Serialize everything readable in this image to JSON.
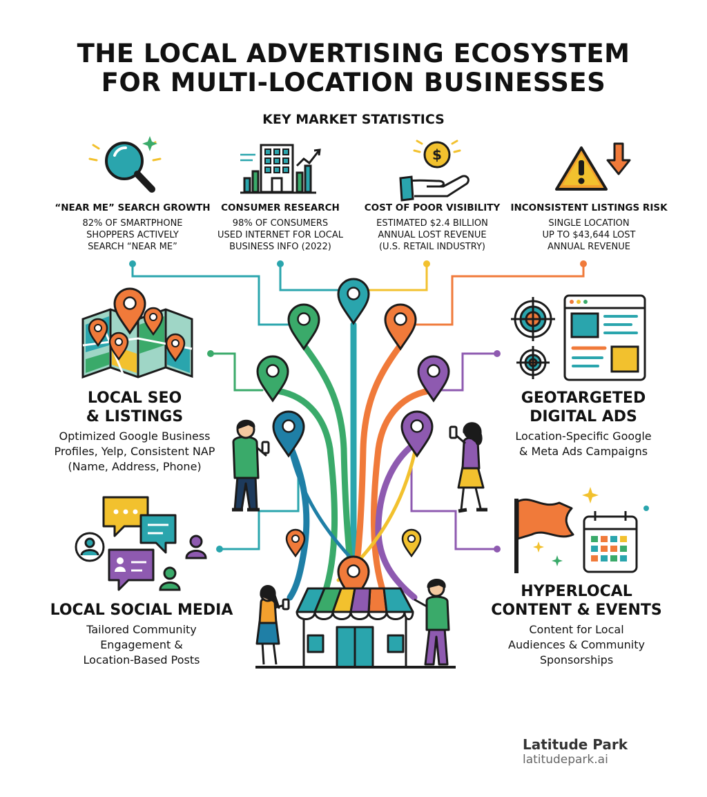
{
  "header": {
    "title_line1": "THE LOCAL ADVERTISING ECOSYSTEM",
    "title_line2": "FOR MULTI-LOCATION BUSINESSES",
    "subtitle": "KEY MARKET STATISTICS"
  },
  "stats": [
    {
      "heading": "“NEAR ME” SEARCH GROWTH",
      "lines": [
        "82% OF SMARTPHONE",
        "SHOPPERS ACTIVELY",
        "SEARCH “NEAR ME”"
      ],
      "icon": "magnifier-icon"
    },
    {
      "heading": "CONSUMER RESEARCH",
      "lines": [
        "98% OF CONSUMERS",
        "USED INTERNET FOR LOCAL",
        "BUSINESS INFO (2022)"
      ],
      "icon": "building-chart-icon"
    },
    {
      "heading": "COST OF POOR VISIBILITY",
      "lines": [
        "ESTIMATED $2.4 BILLION",
        "ANNUAL LOST REVENUE",
        "(U.S. RETAIL INDUSTRY)"
      ],
      "icon": "hand-coin-icon"
    },
    {
      "heading": "INCONSISTENT LISTINGS RISK",
      "lines": [
        "SINGLE LOCATION",
        "UP TO $43,644 LOST",
        "ANNUAL REVENUE"
      ],
      "icon": "warning-down-icon"
    }
  ],
  "sections": {
    "seo": {
      "title1": "LOCAL SEO",
      "title2": "& LISTINGS",
      "desc": [
        "Optimized Google Business",
        "Profiles, Yelp, Consistent NAP",
        "(Name, Address, Phone)"
      ]
    },
    "ads": {
      "title1": "GEOTARGETED",
      "title2": "DIGITAL ADS",
      "desc": [
        "Location-Specific Google",
        "& Meta Ads Campaigns"
      ]
    },
    "social": {
      "title1": "LOCAL SOCIAL MEDIA",
      "desc": [
        "Tailored Community",
        "Engagement &",
        "Location-Based Posts"
      ]
    },
    "content": {
      "title1": "HYPERLOCAL",
      "title2": "CONTENT & EVENTS",
      "desc": [
        "Content for Local",
        "Audiences & Community",
        "Sponsorships"
      ]
    }
  },
  "brand": {
    "name": "Latitude Park",
    "url": "latitudepark.ai"
  },
  "colors": {
    "green": "#3aaa6a",
    "teal": "#2aa5ad",
    "blue": "#1f7fa6",
    "orange": "#f07a3a",
    "purple": "#8e5ab0",
    "yellow": "#f2c12e",
    "navy": "#1d3a5c",
    "outline": "#1b1b1b"
  }
}
